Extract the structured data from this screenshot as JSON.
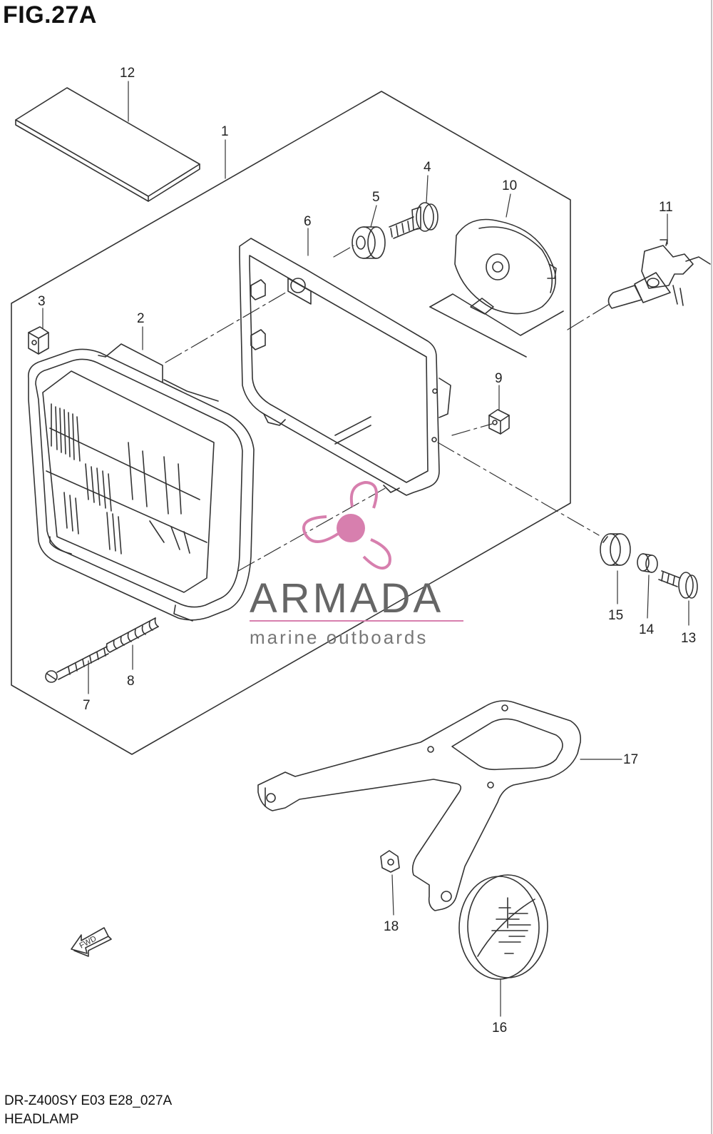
{
  "title": "FIG.27A",
  "footer": {
    "model": "DR-Z400SY E03 E28_027A",
    "name": "HEADLAMP"
  },
  "callouts": [
    "1",
    "2",
    "3",
    "4",
    "5",
    "6",
    "7",
    "8",
    "9",
    "10",
    "11",
    "12",
    "13",
    "14",
    "15",
    "16",
    "17",
    "18"
  ],
  "fwd_label": "FWD",
  "watermark": {
    "brand": "ARMADA",
    "tagline": "marine outboards",
    "color": "#d77fae"
  }
}
